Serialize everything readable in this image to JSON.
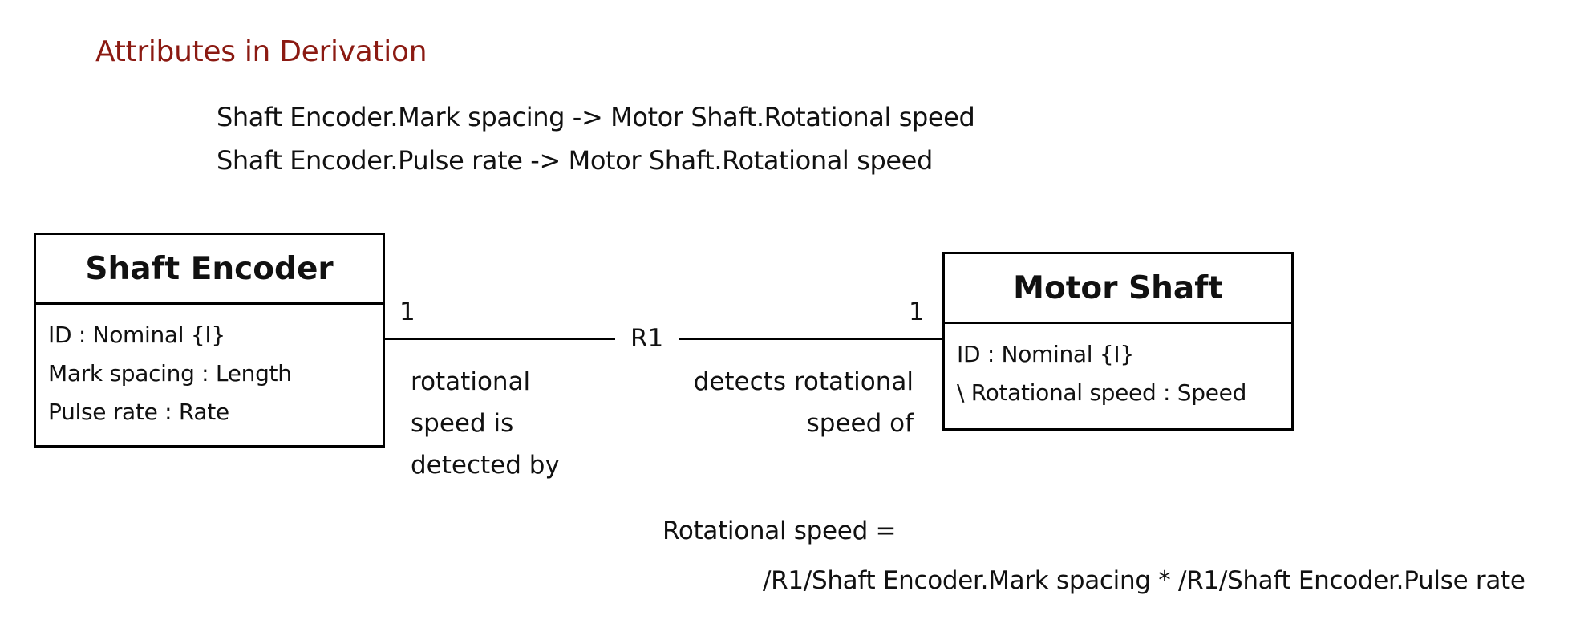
{
  "title": "Attributes in Derivation",
  "derivation_rules": [
    "Shaft Encoder.Mark spacing -> Motor Shaft.Rotational speed",
    "Shaft Encoder.Pulse rate -> Motor Shaft.Rotational speed"
  ],
  "classes": {
    "shaft_encoder": {
      "name": "Shaft Encoder",
      "attributes": [
        "ID : Nominal {I}",
        "Mark spacing : Length",
        "Pulse rate : Rate"
      ]
    },
    "motor_shaft": {
      "name": "Motor Shaft",
      "attributes": [
        "ID : Nominal {I}",
        "\\ Rotational speed : Speed"
      ]
    }
  },
  "association": {
    "id": "R1",
    "left_multiplicity": "1",
    "right_multiplicity": "1",
    "left_phrase": [
      "rotational",
      "speed is",
      "detected by"
    ],
    "right_phrase": [
      "detects rotational",
      "speed of"
    ]
  },
  "formula": {
    "line1": "Rotational speed =",
    "line2": "/R1/Shaft Encoder.Mark spacing * /R1/Shaft Encoder.Pulse rate"
  }
}
